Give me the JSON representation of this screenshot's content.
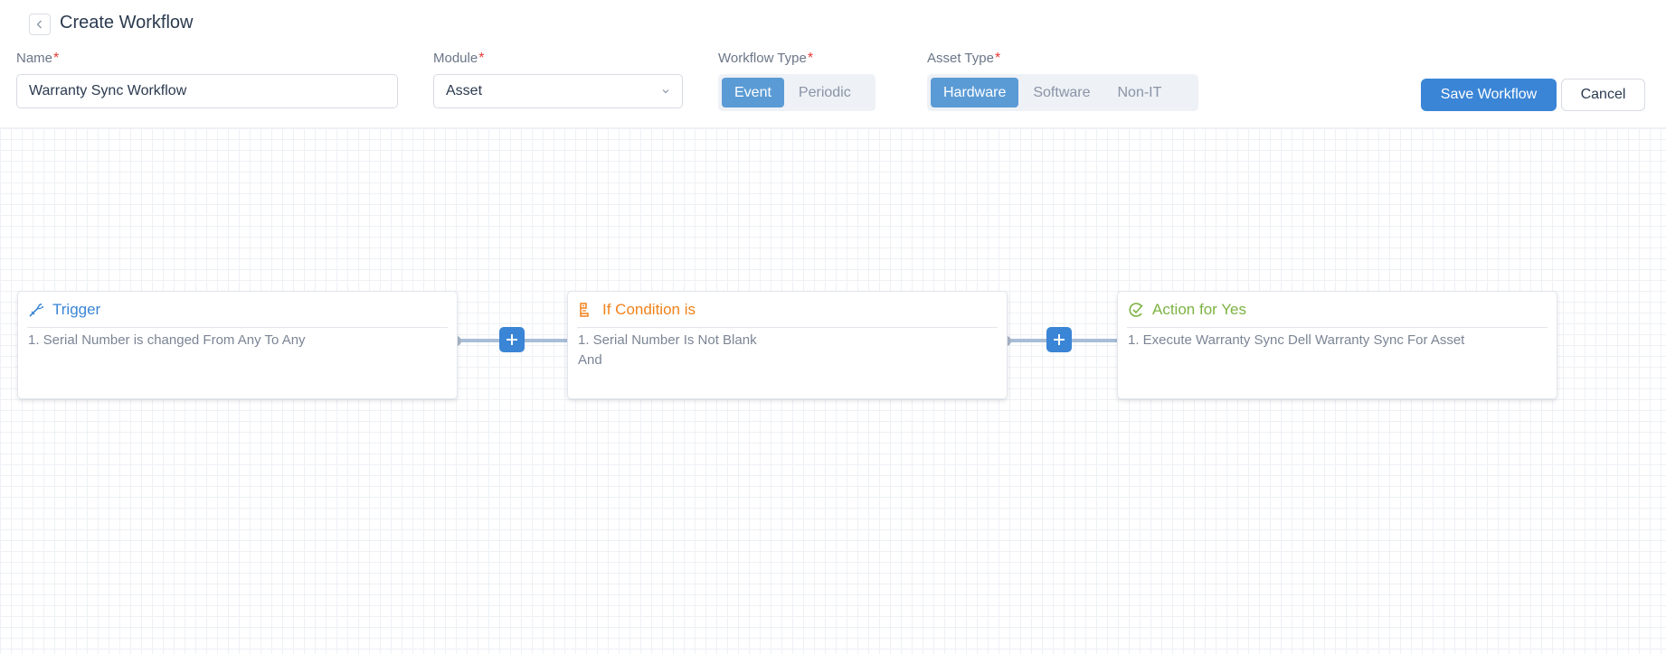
{
  "header": {
    "title": "Create Workflow",
    "save_label": "Save Workflow",
    "cancel_label": "Cancel"
  },
  "form": {
    "name": {
      "label": "Name",
      "required": "*",
      "value": "Warranty Sync Workflow"
    },
    "module": {
      "label": "Module",
      "required": "*",
      "value": "Asset"
    },
    "workflow_type": {
      "label": "Workflow Type",
      "required": "*",
      "options": [
        "Event",
        "Periodic"
      ],
      "selected": "Event"
    },
    "asset_type": {
      "label": "Asset Type",
      "required": "*",
      "options": [
        "Hardware",
        "Software",
        "Non-IT"
      ],
      "selected": "Hardware"
    }
  },
  "nodes": [
    {
      "title": "Trigger",
      "color": "#3a85d6",
      "lines": [
        "1. Serial Number is changed From Any To Any"
      ]
    },
    {
      "title": "If Condition is",
      "color": "#f0811a",
      "lines": [
        "1. Serial Number Is Not Blank",
        "And"
      ]
    },
    {
      "title": "Action for Yes",
      "color": "#7cb342",
      "lines": [
        "1. Execute Warranty Sync Dell Warranty Sync For Asset"
      ]
    }
  ],
  "colors": {
    "primary": "#3a85d6",
    "required": "#e53935",
    "segment_active": "#5b9bd5",
    "connector": "#a8bdd6"
  }
}
